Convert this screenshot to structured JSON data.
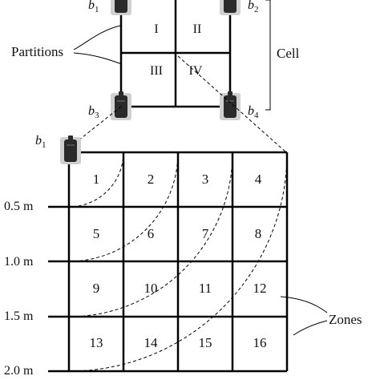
{
  "sensors": {
    "b1_top": {
      "base": "b",
      "sub": "1"
    },
    "b2_top": {
      "base": "b",
      "sub": "2"
    },
    "b3": {
      "base": "b",
      "sub": "3"
    },
    "b4": {
      "base": "b",
      "sub": "4"
    },
    "b1_zoom": {
      "base": "b",
      "sub": "1"
    }
  },
  "cell": {
    "partitions": [
      "I",
      "II",
      "III",
      "IV"
    ],
    "partitions_label": "Partitions",
    "cell_label": "Cell"
  },
  "zones": {
    "numbers": [
      "1",
      "2",
      "3",
      "4",
      "5",
      "6",
      "7",
      "8",
      "9",
      "10",
      "11",
      "12",
      "13",
      "14",
      "15",
      "16"
    ],
    "distance_labels": [
      "0.5 m",
      "1.0 m",
      "1.5 m",
      "2.0 m"
    ],
    "zones_label": "Zones"
  },
  "colors": {
    "line": "#000000",
    "sensor_body": "#2a2a2a",
    "sensor_halo": "#d0d0d0"
  },
  "icons": {
    "sensor": "sensor-device-icon"
  }
}
